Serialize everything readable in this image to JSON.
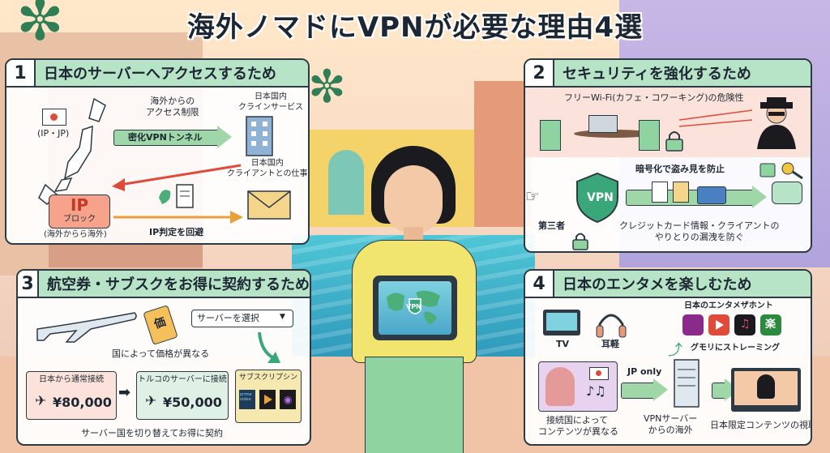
{
  "title": "海外ノマドにVPNが必要な理由4選",
  "colors": {
    "panel_header": "#b7e3c7",
    "outline": "#2d3a44",
    "accent_red": "#e04a3a",
    "accent_green": "#9fd7a8"
  },
  "panels": [
    {
      "number": "1",
      "heading": "日本のサーバーへアクセスするため",
      "labels": {
        "ip_jp": "(IP・JP)",
        "restriction": "海外からの\nアクセス制限",
        "tunnel": "密化VPNトンネル",
        "jp_service": "日本国内\nクラインサービス",
        "jp_client_work": "日本国内\nクライアントとの仕事",
        "ip_block_big": "IP",
        "ip_block_small": "ブロック",
        "overseas_to_overseas": "(海外からら海外)",
        "ip_avoid": "IP判定を回避"
      }
    },
    {
      "number": "2",
      "heading": "セキュリティを強化するため",
      "labels": {
        "free_wifi": "フリーWi-Fi(カフェ・コワーキング)の危険性",
        "encrypt": "暗号化で盗み見を防止",
        "vpn_shield": "VPN",
        "third_party": "第三者",
        "leak_prevent": "クレジットカード情報・クライアントの\nやりとりの漏洩を防ぐ"
      }
    },
    {
      "number": "3",
      "heading": "航空券・サブスクをお得に契約するため",
      "labels": {
        "price_tag": "価",
        "server_select": "サーバーを選択",
        "price_diff": "国によって価格が異なる",
        "from_japan": "日本から通常接続",
        "price_japan": "¥80,000",
        "turkey_server": "トルコのサーバーに接続",
        "price_turkey": "¥50,000",
        "subscription": "サブスクリプシン",
        "prime_video": "prime video",
        "switch_server": "サーバー国を切り替えてお得に契約"
      }
    },
    {
      "number": "4",
      "heading": "日本のエンタメを楽しむため",
      "labels": {
        "tv": "TV",
        "headphones": "耳軽",
        "jp_ent_apps": "日本のエンタメザホント",
        "streaming": "グモリにストレーミング",
        "content_diff": "接続国によって\nコンテンツが異なる",
        "jp_only": "JP only",
        "vpn_server": "VPNサーバー\nからの海外",
        "jp_limited": "日本限定コンテンツの視聴",
        "rakuten_glyph": "楽"
      }
    }
  ],
  "tablet": {
    "label": "VPN"
  }
}
